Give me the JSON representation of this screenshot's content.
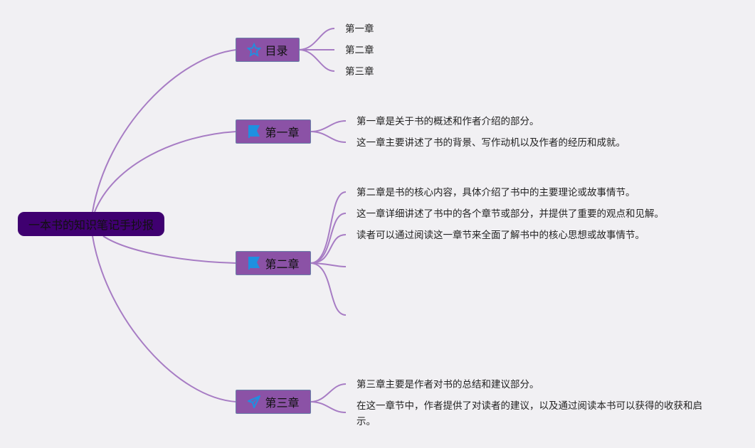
{
  "root": {
    "label": "一本书的知识笔记手抄报"
  },
  "colors": {
    "line": "#a77cc4",
    "root_bg": "#3f0070",
    "branch_bg": "#8b52a6",
    "icon": "#1e90e0"
  },
  "branches": [
    {
      "label": "目录",
      "icon": "star-icon",
      "leaves": [
        "第一章",
        "第二章",
        "第三章"
      ]
    },
    {
      "label": "第一章",
      "icon": "flag-icon",
      "leaves": [
        "第一章是关于书的概述和作者介绍的部分。",
        "这一章主要讲述了书的背景、写作动机以及作者的经历和成就。"
      ]
    },
    {
      "label": "第二章",
      "icon": "flag-icon",
      "leaves": [
        "第二章是书的核心内容，具体介绍了书中的主要理论或故事情节。",
        "这一章详细讲述了书中的各个章节或部分，并提供了重要的观点和见解。",
        "读者可以通过阅读这一章节来全面了解书中的核心思想或故事情节。"
      ]
    },
    {
      "label": "第三章",
      "icon": "send-icon",
      "leaves": [
        "第三章主要是作者对书的总结和建议部分。",
        "在这一章节中，作者提供了对读者的建议，以及通过阅读本书可以获得的收获和启示。"
      ]
    }
  ]
}
